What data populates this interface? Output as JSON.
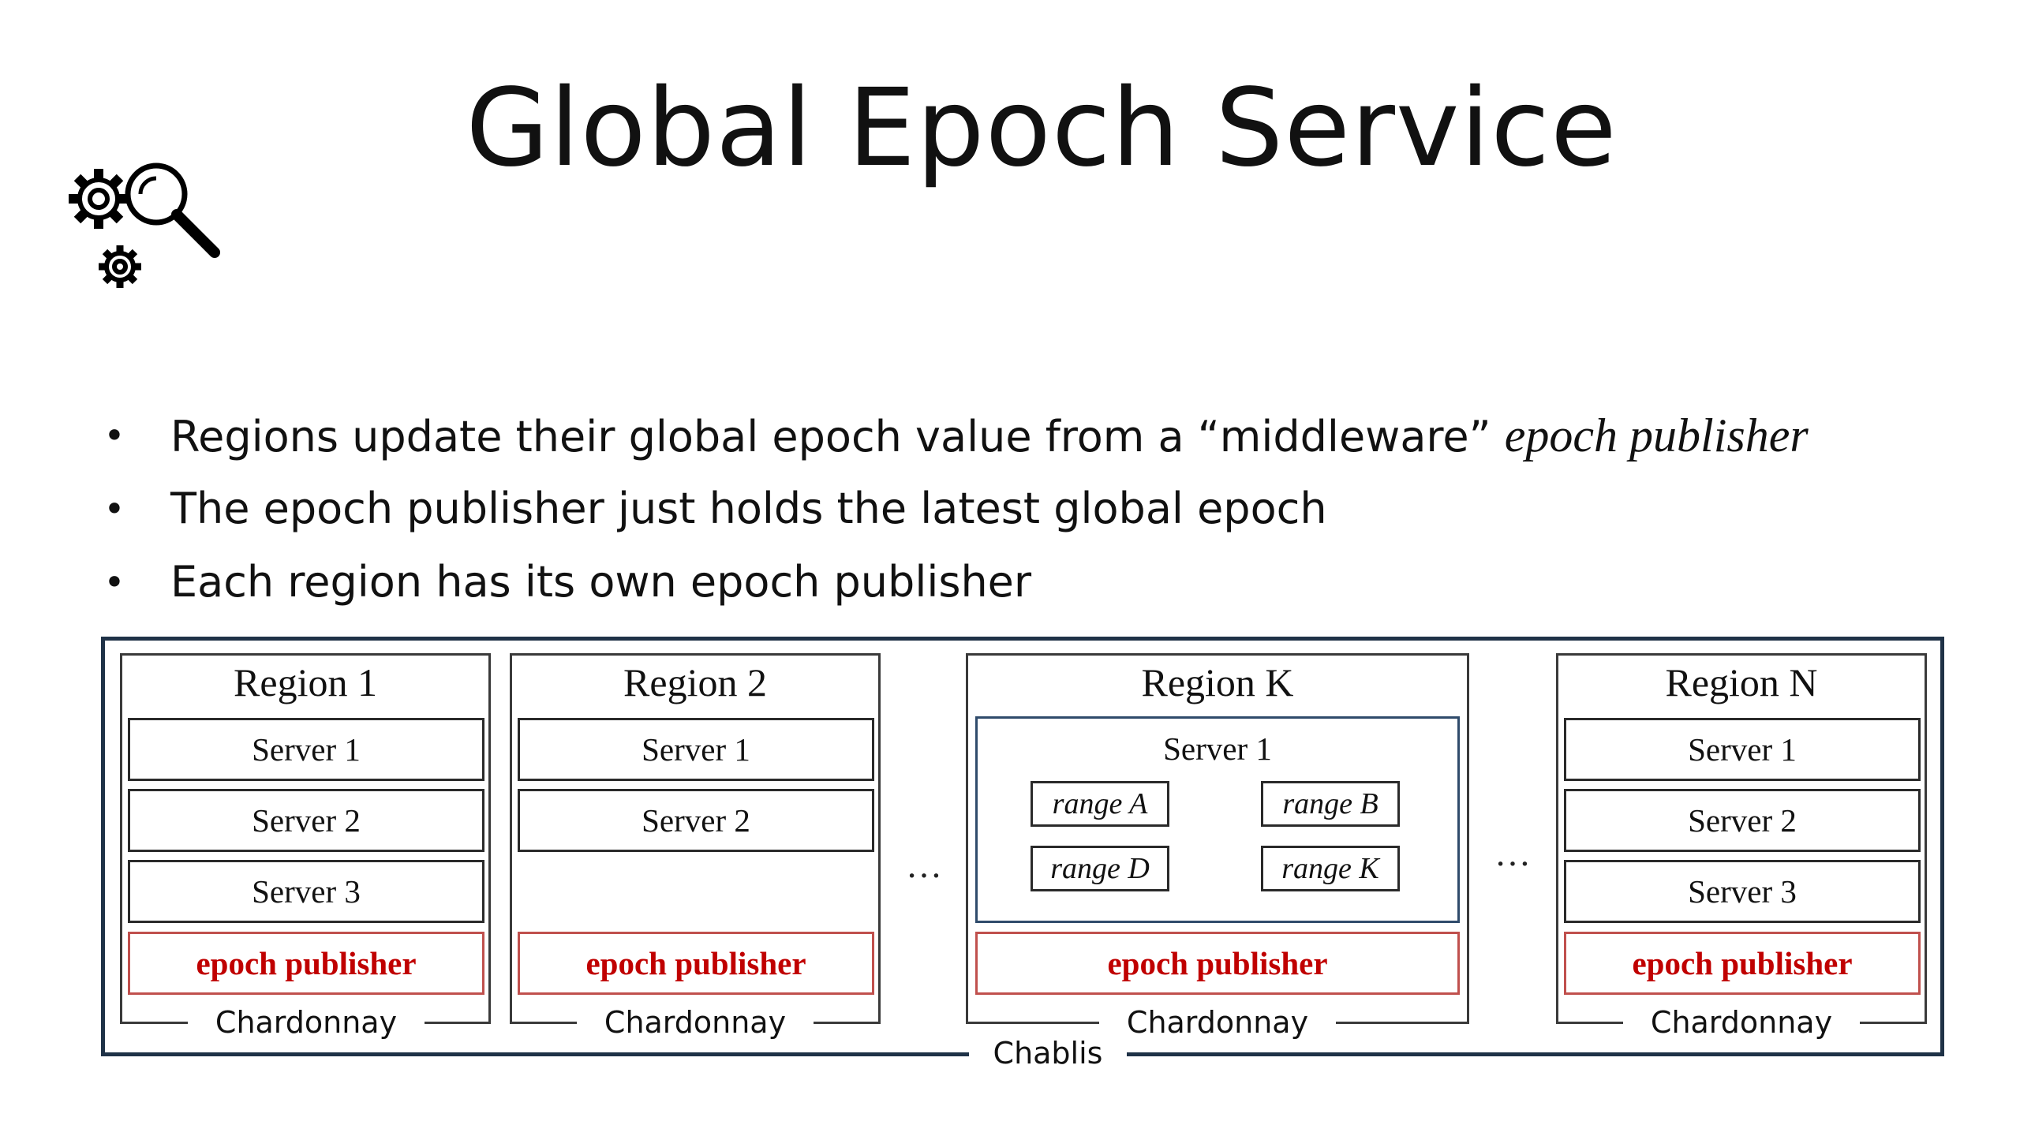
{
  "title": "Global Epoch Service",
  "logo_icon": "gears-magnifier-icon",
  "bullets": [
    {
      "text": "Regions update their global epoch value from a “middleware” ",
      "italic": "epoch publisher"
    },
    {
      "text": "The epoch publisher just holds the latest global epoch",
      "italic": ""
    },
    {
      "text": "Each region has its own epoch publisher",
      "italic": ""
    }
  ],
  "bullet_glyph": "•",
  "diagram": {
    "outer_label": "Chablis",
    "ellipsis": "…",
    "regions": [
      {
        "title": "Region 1",
        "servers": [
          "Server 1",
          "Server 2",
          "Server 3"
        ],
        "publisher": "epoch publisher",
        "label": "Chardonnay"
      },
      {
        "title": "Region 2",
        "servers": [
          "Server 1",
          "Server 2"
        ],
        "publisher": "epoch publisher",
        "label": "Chardonnay"
      },
      {
        "title": "Region K",
        "servers": [
          "Server 1"
        ],
        "ranges": [
          "range A",
          "range B",
          "range D",
          "range K"
        ],
        "publisher": "epoch publisher",
        "label": "Chardonnay"
      },
      {
        "title": "Region N",
        "servers": [
          "Server 1",
          "Server 2",
          "Server 3"
        ],
        "publisher": "epoch publisher",
        "label": "Chardonnay"
      }
    ]
  },
  "colors": {
    "frame": "#1f3247",
    "publisher_text": "#c00000",
    "publisher_border": "#c0504d"
  }
}
